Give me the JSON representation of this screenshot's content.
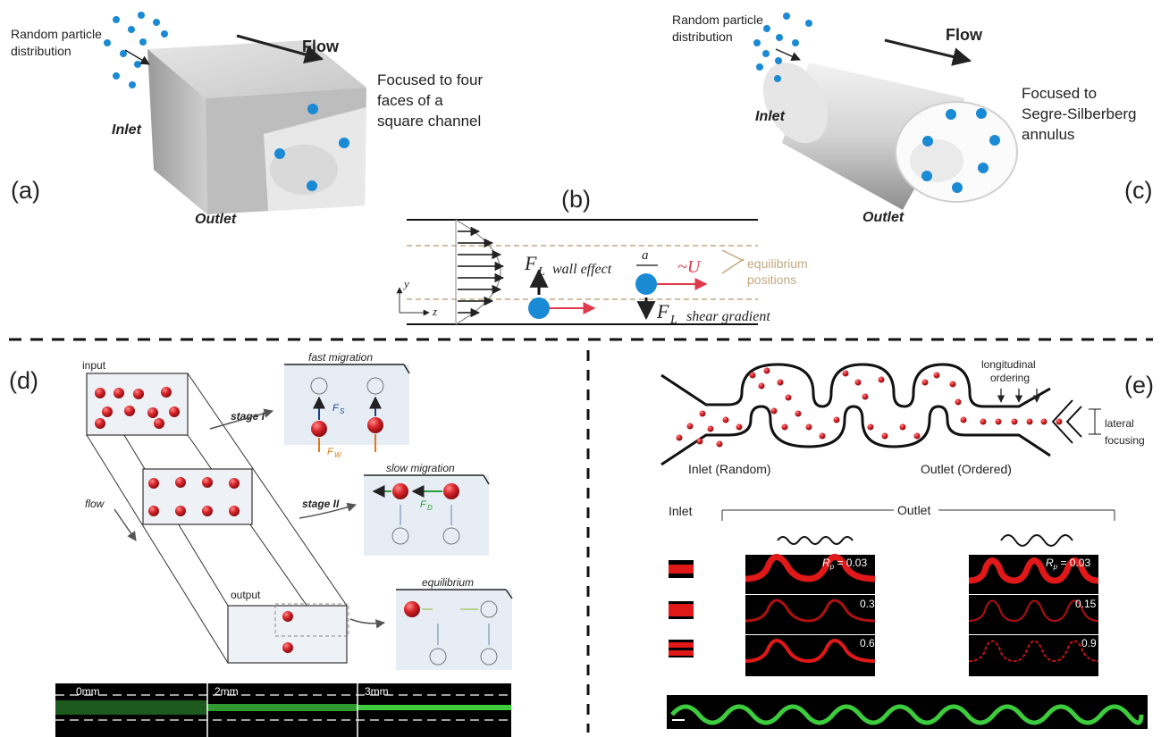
{
  "panel_labels": {
    "a": "(a)",
    "b": "(b)",
    "c": "(c)",
    "d": "(d)",
    "e": "(e)"
  },
  "panel_a": {
    "random_1": "Random particle",
    "random_2": "distribution",
    "flow": "Flow",
    "focused_1": "Focused to four",
    "focused_2": "faces of a",
    "focused_3": "square channel",
    "inlet": "Inlet",
    "outlet": "Outlet"
  },
  "panel_b": {
    "fl": "F",
    "fl_sub": "L",
    "wall_effect": "wall effect",
    "a": "a",
    "u": "~U",
    "equilibrium_1": "equilibrium",
    "equilibrium_2": "positions",
    "shear_gradient": "shear gradient",
    "y": "y",
    "z": "z"
  },
  "panel_c": {
    "random_1": "Random particle",
    "random_2": "distribution",
    "flow": "Flow",
    "focused_1": "Focused to",
    "focused_2": "Segre-Silberberg",
    "focused_3": "annulus",
    "inlet": "Inlet",
    "outlet": "Outlet"
  },
  "panel_d": {
    "input": "input",
    "output": "output",
    "flow": "flow",
    "stage1": "stage I",
    "stage2": "stage II",
    "fast": "fast migration",
    "slow": "slow migration",
    "equilibrium": "equilibrium",
    "fs": "F",
    "fs_sub": "S",
    "fw": "F",
    "fw_sub": "W",
    "fd": "F",
    "fd_sub": "D",
    "strip": [
      "0mm",
      "2mm",
      "3mm"
    ]
  },
  "panel_e": {
    "longitudinal_1": "longitudinal",
    "longitudinal_2": "ordering",
    "lateral_1": "lateral",
    "lateral_2": "focusing",
    "inlet_random": "Inlet (Random)",
    "outlet_ordered": "Outlet (Ordered)",
    "inlet": "Inlet",
    "outlet": "Outlet",
    "rp": "R",
    "rp_sub": "p",
    "rp_eq": " = 0.03",
    "left_vals": [
      "0.3",
      "0.6"
    ],
    "right_vals": [
      "0.15",
      "0.9"
    ]
  },
  "colors": {
    "blue": "#1a8ad4",
    "red": "#c8181e",
    "green": "#3dcc3d",
    "tan": "#c4a882"
  }
}
